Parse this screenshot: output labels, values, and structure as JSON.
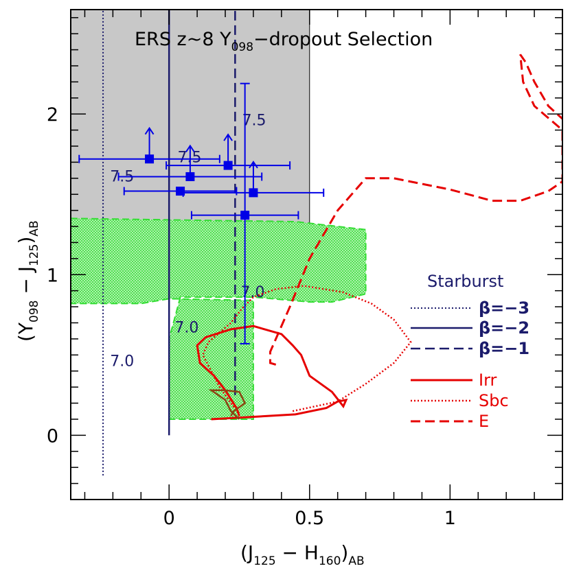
{
  "chart_data": {
    "type": "scatter",
    "title_parts": {
      "pre": "ERS z~8 Y",
      "sub": "098",
      "post": "−dropout Selection"
    },
    "xlabel_parts": {
      "a": "(J",
      "a_sub": "125",
      "b": " − H",
      "b_sub": "160",
      "c": ")",
      "c_sub": "AB"
    },
    "ylabel_parts": {
      "a": "(Y",
      "a_sub": "098",
      "b": " − J",
      "b_sub": "125",
      "c": ")",
      "c_sub": "AB"
    },
    "xlim": [
      -0.35,
      1.4
    ],
    "ylim": [
      -0.4,
      2.65
    ],
    "xticks": [
      0,
      0.5,
      1
    ],
    "xtick_labels": [
      "0",
      "0.5",
      "1"
    ],
    "yticks": [
      0,
      1,
      2
    ],
    "ytick_labels": [
      "0",
      "1",
      "2"
    ],
    "selection_region": {
      "x": [
        -0.35,
        0.5
      ],
      "y": [
        1.25,
        2.65
      ],
      "color": "#c8c8c8"
    },
    "candidates": {
      "color": "#0000e6",
      "points": [
        {
          "x": -0.07,
          "y": 1.72,
          "xerr": 0.25,
          "yerr_lo": 0,
          "lower_limit": true
        },
        {
          "x": 0.075,
          "y": 1.61,
          "xerr": 0.255,
          "yerr_lo": 0,
          "lower_limit": true
        },
        {
          "x": 0.21,
          "y": 1.68,
          "xerr": 0.22,
          "yerr_lo": 0,
          "lower_limit": true
        },
        {
          "x": 0.04,
          "y": 1.52,
          "xerr": 0.2,
          "yerr_lo": 0,
          "lower_limit": false
        },
        {
          "x": 0.3,
          "y": 1.51,
          "xerr": 0.25,
          "yerr_lo": 0,
          "lower_limit": true
        },
        {
          "x": 0.27,
          "y": 1.37,
          "xerr": 0.19,
          "yerr_hi": 0.82,
          "yerr_lo": 0.8,
          "lower_limit": false
        }
      ]
    },
    "starburst_lines": {
      "color": "#1b1b6b",
      "beta_m3": {
        "x": -0.235,
        "y": [
          -0.25,
          2.65
        ],
        "label": "7.0",
        "label_xy": [
          -0.21,
          0.43
        ]
      },
      "beta_m2": {
        "x": 0.0,
        "y": [
          0.0,
          2.65
        ],
        "label": "7.0",
        "label_xy": [
          0.02,
          0.64
        ]
      },
      "beta_m1": {
        "x": 0.235,
        "y": [
          0.25,
          2.65
        ],
        "label": "7.0",
        "label_xy": [
          0.255,
          0.86
        ]
      }
    },
    "redshift_labels": [
      {
        "text": "7.5",
        "x": 0.03,
        "y": 1.7
      },
      {
        "text": "7.5",
        "x": -0.21,
        "y": 1.58
      },
      {
        "text": "7.5",
        "x": 0.26,
        "y": 1.93
      }
    ],
    "green_region": {
      "color": "#33dd33",
      "polygon": [
        [
          -0.35,
          1.35
        ],
        [
          0.45,
          1.33
        ],
        [
          0.7,
          1.28
        ],
        [
          0.7,
          0.88
        ],
        [
          0.58,
          0.83
        ],
        [
          0.5,
          0.83
        ],
        [
          0.3,
          0.86
        ],
        [
          0.04,
          0.86
        ],
        [
          0.0,
          0.6
        ],
        [
          0.0,
          0.1
        ],
        [
          0.3,
          0.1
        ],
        [
          0.3,
          0.84
        ],
        [
          0.0,
          0.85
        ],
        [
          -0.1,
          0.82
        ],
        [
          -0.35,
          0.82
        ]
      ]
    },
    "irr_track": [
      [
        0.15,
        0.1
      ],
      [
        0.45,
        0.13
      ],
      [
        0.56,
        0.17
      ],
      [
        0.6,
        0.21
      ],
      [
        0.63,
        0.22
      ],
      [
        0.62,
        0.18
      ],
      [
        0.58,
        0.27
      ],
      [
        0.5,
        0.37
      ],
      [
        0.47,
        0.5
      ],
      [
        0.44,
        0.56
      ],
      [
        0.4,
        0.63
      ],
      [
        0.3,
        0.68
      ],
      [
        0.22,
        0.66
      ],
      [
        0.13,
        0.61
      ],
      [
        0.1,
        0.56
      ],
      [
        0.11,
        0.45
      ],
      [
        0.16,
        0.37
      ],
      [
        0.2,
        0.28
      ],
      [
        0.24,
        0.17
      ],
      [
        0.25,
        0.12
      ]
    ],
    "sbc_track": [
      [
        0.44,
        0.15
      ],
      [
        0.6,
        0.21
      ],
      [
        0.7,
        0.32
      ],
      [
        0.8,
        0.45
      ],
      [
        0.86,
        0.58
      ],
      [
        0.8,
        0.72
      ],
      [
        0.72,
        0.82
      ],
      [
        0.62,
        0.89
      ],
      [
        0.48,
        0.93
      ],
      [
        0.38,
        0.91
      ],
      [
        0.3,
        0.86
      ],
      [
        0.26,
        0.79
      ],
      [
        0.22,
        0.7
      ],
      [
        0.14,
        0.58
      ],
      [
        0.12,
        0.5
      ],
      [
        0.18,
        0.3
      ],
      [
        0.22,
        0.2
      ],
      [
        0.25,
        0.13
      ]
    ],
    "e_track": [
      [
        0.38,
        0.44
      ],
      [
        0.36,
        0.45
      ],
      [
        0.36,
        0.52
      ],
      [
        0.38,
        0.6
      ],
      [
        0.43,
        0.8
      ],
      [
        0.5,
        1.1
      ],
      [
        0.6,
        1.4
      ],
      [
        0.7,
        1.6
      ],
      [
        0.8,
        1.6
      ],
      [
        1.0,
        1.53
      ],
      [
        1.15,
        1.46
      ],
      [
        1.25,
        1.46
      ],
      [
        1.35,
        1.52
      ],
      [
        1.4,
        1.58
      ],
      [
        1.4,
        1.9
      ],
      [
        1.3,
        2.05
      ],
      [
        1.26,
        2.2
      ],
      [
        1.25,
        2.37
      ],
      [
        1.27,
        2.32
      ],
      [
        1.3,
        2.2
      ],
      [
        1.35,
        2.05
      ],
      [
        1.4,
        1.97
      ]
    ],
    "brown_track": [
      [
        0.25,
        0.1
      ],
      [
        0.22,
        0.15
      ],
      [
        0.2,
        0.22
      ],
      [
        0.15,
        0.28
      ],
      [
        0.2,
        0.28
      ],
      [
        0.25,
        0.27
      ],
      [
        0.27,
        0.2
      ],
      [
        0.23,
        0.15
      ],
      [
        0.22,
        0.12
      ]
    ],
    "legend": {
      "header": "Starburst",
      "items": [
        {
          "label": "β=−3",
          "style": "dotted",
          "color": "#1b1b6b"
        },
        {
          "label": "β=−2",
          "style": "solid",
          "color": "#1b1b6b"
        },
        {
          "label": "β=−1",
          "style": "dashed",
          "color": "#1b1b6b"
        },
        {
          "label": "Irr",
          "style": "solid",
          "color": "#e60000"
        },
        {
          "label": "Sbc",
          "style": "dotted",
          "color": "#e60000"
        },
        {
          "label": "E",
          "style": "dashed",
          "color": "#e60000"
        }
      ]
    }
  }
}
